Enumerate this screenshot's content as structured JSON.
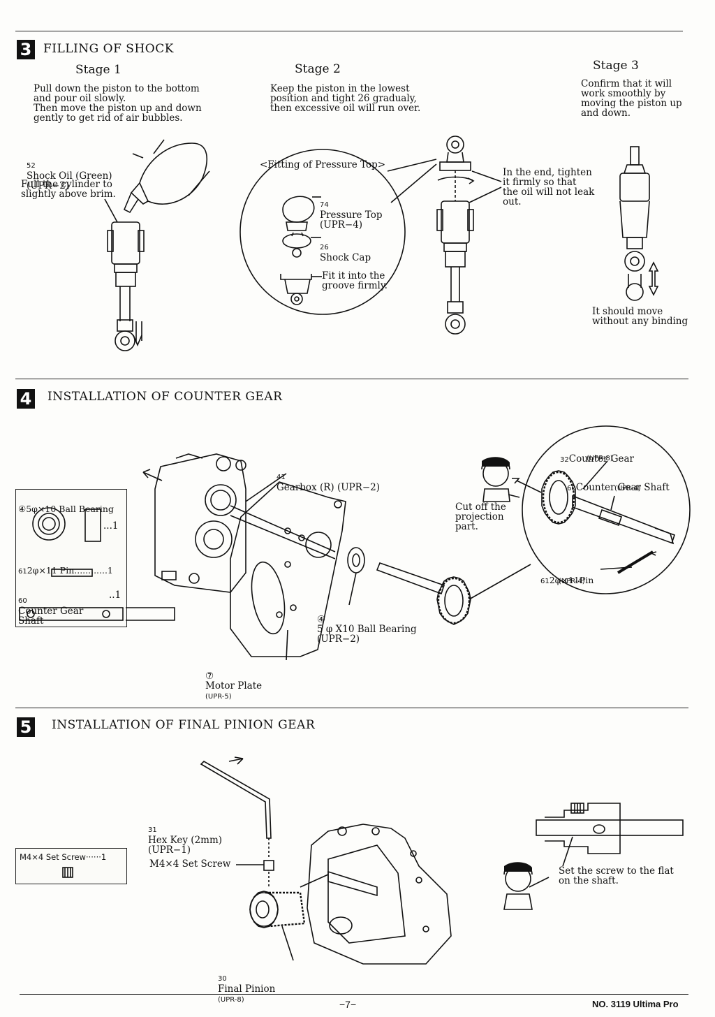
{
  "sec3": {
    "num": "3",
    "title": "FILLING OF SHOCK",
    "stage1": {
      "title": "Stage 1",
      "text": "Pull down the piston to the bottom\nand pour oil slowly.\nThen move the piston up and down\ngently to get rid of air bubbles.",
      "oil_label": "Shock Oil (Green)\n(UPR−2)",
      "oil_num": "52",
      "fill_label": "Full the cylinder to\nslightly above brim."
    },
    "stage2": {
      "title": "Stage 2",
      "text": "Keep the piston in the lowest\nposition and tight 26 gradualy,\nthen excessive oil will run over.",
      "fitting_title": "<Fitting of Pressure Top>",
      "pressure_top_num": "74",
      "pressure_top": "Pressure Top\n(UPR−4)",
      "shock_cap_num": "26",
      "shock_cap": "Shock Cap",
      "fit_groove": "Fit it into the\ngroove firmly.",
      "tighten": "In the end, tighten\nit firmly so that\nthe oil will not leak\nout."
    },
    "stage3": {
      "title": "Stage 3",
      "text": "Confirm that it will\nwork smoothly by\nmoving the piston up\nand down.",
      "move": "It should move\nwithout any binding"
    }
  },
  "sec4": {
    "num": "4",
    "title": "INSTALLATION OF COUNTER GEAR",
    "parts_box": {
      "bearing": "5φ×10 Ball Bearing",
      "bearing_num": "④",
      "bearing_qty": "...1",
      "pin": "2φ×11 Pin............1",
      "pin_num": "61",
      "shaft": "Counter Gear\nShaft",
      "shaft_num": "60",
      "shaft_qty": "..1"
    },
    "gearbox_num": "41",
    "gearbox": "Gearbox (R) (UPR−2)",
    "bearing_num": "④",
    "bearing": "5 φ X10 Ball Bearing\n(UPR−2)",
    "motor_plate_num": "⑦",
    "motor_plate": "Motor Plate",
    "motor_plate_ref": "(UPR-5)",
    "counter_gear_num": "32",
    "counter_gear": "Counter Gear",
    "counter_gear_ref": "(UPR-8)",
    "cg_shaft_num": "60",
    "cg_shaft": "Counter Gear Shaft",
    "cg_shaft_ref": "(UPR-4)",
    "cut_off": "Cut off the\nprojection\npart.",
    "pin_num": "61",
    "pin": "2φ×11Pin",
    "pin_ref": "(UPR-4)"
  },
  "sec5": {
    "num": "5",
    "title": "INSTALLATION OF FINAL PINION GEAR",
    "parts_box": {
      "screw": "M4×4 Set Screw······1"
    },
    "hex_key_num": "31",
    "hex_key": "Hex Key (2mm)\n(UPR−1)",
    "set_screw": "M4×4 Set Screw",
    "final_pinion_num": "30",
    "final_pinion": "Final Pinion",
    "final_pinion_ref": "(UPR-8)",
    "flat": "Set the screw to the flat\non the shaft."
  },
  "footer": {
    "page": "−7−",
    "doc": "NO. 3119 Ultima Pro"
  }
}
